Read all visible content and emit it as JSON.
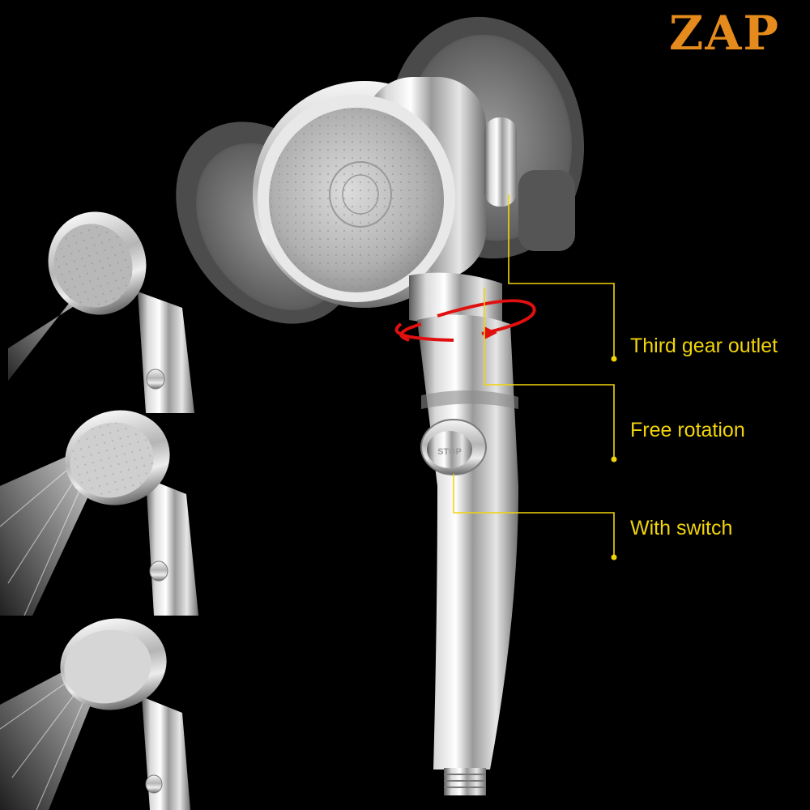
{
  "brand": {
    "text": "ZAP",
    "color": "#e58a1c"
  },
  "button_text": "STOP",
  "callouts": [
    {
      "label": "Third gear outlet"
    },
    {
      "label": "Free rotation"
    },
    {
      "label": "With switch"
    }
  ],
  "colors": {
    "background": "#000000",
    "callout_line": "#f2d40a",
    "callout_text": "#f2d40a",
    "rotation_arrow": "#e01010",
    "chrome_light": "#f4f4f4",
    "chrome_dark": "#6e6e6e"
  },
  "spray_modes": [
    {
      "mode": "jet"
    },
    {
      "mode": "shower"
    },
    {
      "mode": "mist"
    }
  ]
}
